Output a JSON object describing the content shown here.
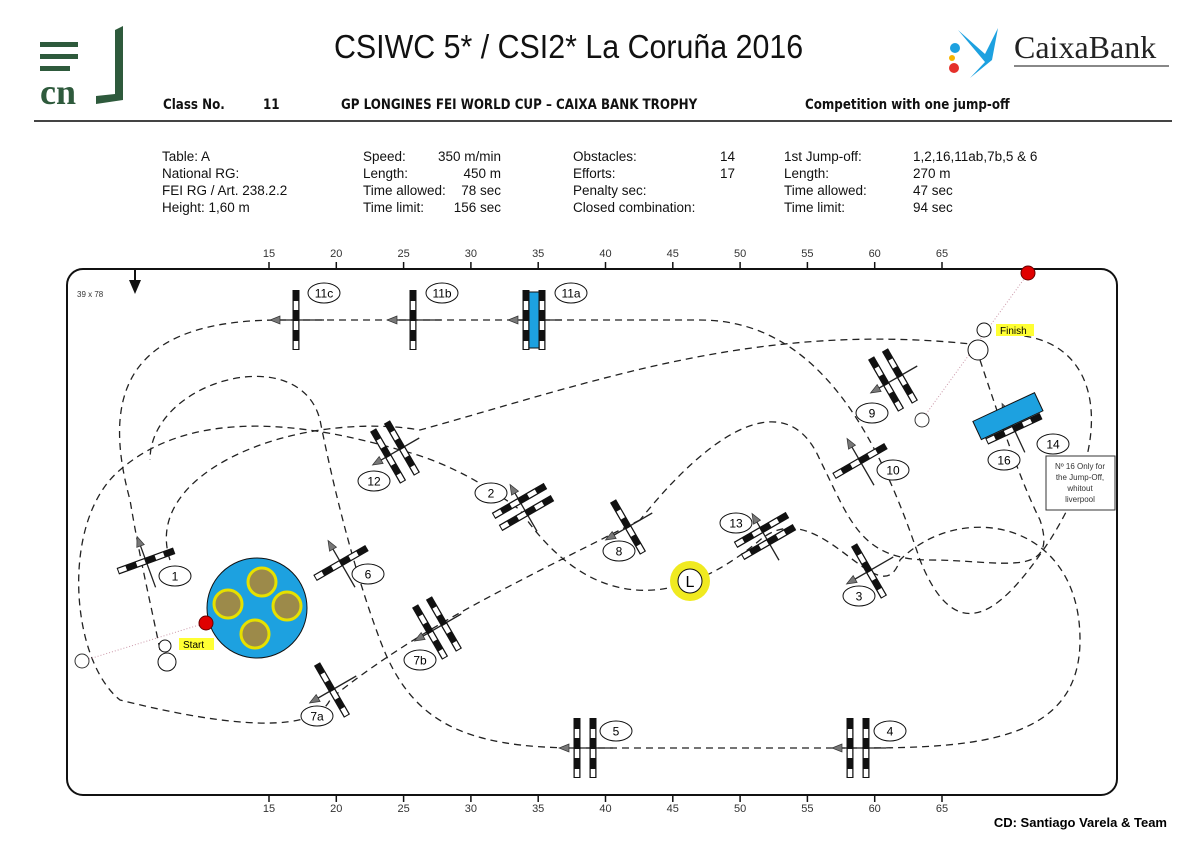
{
  "header": {
    "title": "CSIWC 5* / CSI2* La Coruña 2016",
    "class_label": "Class No.",
    "class_no": "11",
    "class_name": "GP LONGINES FEI WORLD CUP – CAIXA BANK TROPHY",
    "competition": "Competition with one jump-off",
    "logo_left": "cn",
    "logo_right": "CaixaBank"
  },
  "info": {
    "col1": [
      "Table: A",
      "National RG:",
      "FEI RG / Art. 238.2.2",
      "Height: 1,60 m"
    ],
    "col2": [
      [
        "Speed:",
        "350 m/min"
      ],
      [
        "Length:",
        "450 m"
      ],
      [
        "Time allowed:",
        "78 sec"
      ],
      [
        "Time limit:",
        "156 sec"
      ]
    ],
    "col3": [
      [
        "Obstacles:",
        "14"
      ],
      [
        "Efforts:",
        "17"
      ],
      [
        "Penalty sec:",
        ""
      ],
      [
        "Closed combination:",
        ""
      ]
    ],
    "col4": [
      [
        "1st Jump-off:",
        "1,2,16,11ab,7b,5 & 6"
      ],
      [
        "Length:",
        "270 m"
      ],
      [
        "Time allowed:",
        "47 sec"
      ],
      [
        "Time limit:",
        "94 sec"
      ]
    ]
  },
  "ruler": [
    "15",
    "20",
    "25",
    "30",
    "35",
    "40",
    "45",
    "50",
    "55",
    "60",
    "65"
  ],
  "arena_size": "39 x 78",
  "obstacles": [
    "11c",
    "11b",
    "11a",
    "12",
    "2",
    "8",
    "13",
    "3",
    "10",
    "9",
    "16",
    "1",
    "6",
    "7b",
    "7a",
    "5",
    "4"
  ],
  "extra_label": "14",
  "note": [
    "Nº 16 Only for",
    "the Jump-Off,",
    "whitout",
    "liverpool"
  ],
  "marker_l": "L",
  "start": "Start",
  "finish": "Finish",
  "credits": "CD: Santiago Varela & Team",
  "colors": {
    "water": "#1da1e0",
    "logo_green": "#2e5a3c",
    "start_flag": "#e00000",
    "label_bg": "#ffff33"
  }
}
